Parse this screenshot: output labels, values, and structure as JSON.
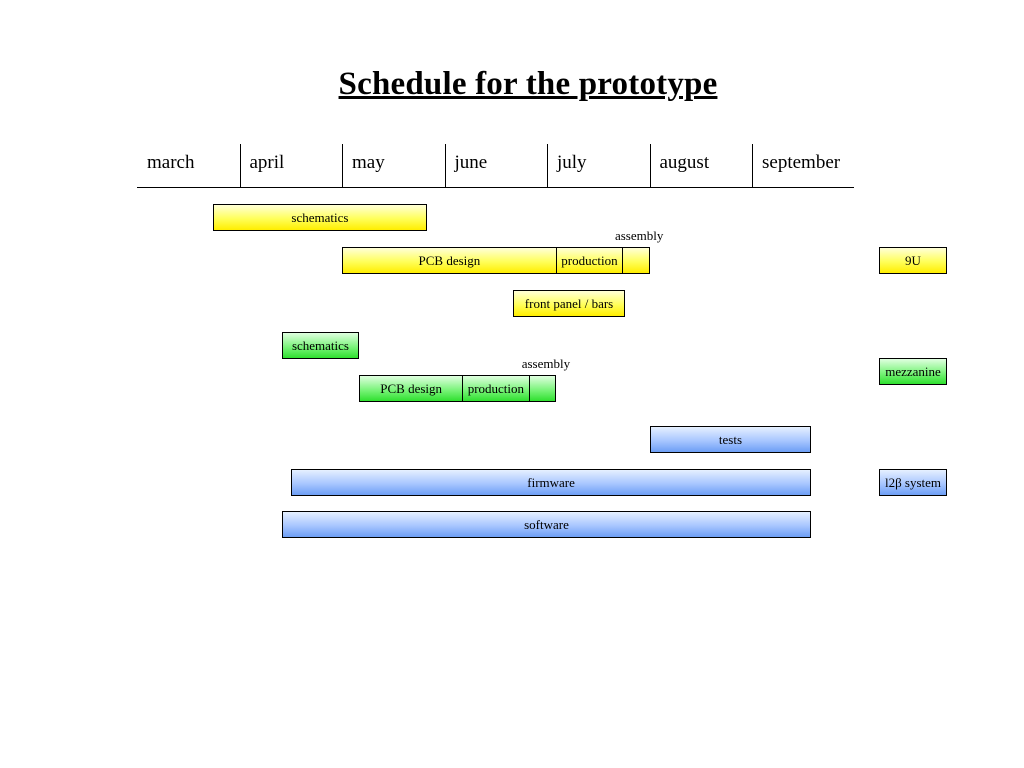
{
  "chart_data": {
    "type": "gantt",
    "title": "Schedule for the prototype",
    "months": [
      "march",
      "april",
      "may",
      "june",
      "july",
      "august",
      "september"
    ],
    "colors": {
      "yellow": "#ffff5a",
      "green": "#7cf47c",
      "blue": "#a8c6ff"
    },
    "groups": [
      {
        "label": "9U",
        "color": "yellow",
        "rows": [
          {
            "tasks": [
              {
                "label": "schematics",
                "start": 0.74,
                "end": 2.83
              }
            ]
          },
          {
            "note": "assembly",
            "tasks": [
              {
                "label": "PCB design",
                "start": 2.0,
                "end": 4.09
              },
              {
                "label": "production",
                "start": 4.09,
                "end": 4.74
              },
              {
                "label": "",
                "start": 4.74,
                "end": 5.0
              }
            ]
          },
          {
            "tasks": [
              {
                "label": "front panel / bars",
                "start": 3.67,
                "end": 4.76
              }
            ]
          }
        ]
      },
      {
        "label": "mezzanine",
        "color": "green",
        "rows": [
          {
            "tasks": [
              {
                "label": "schematics",
                "start": 1.41,
                "end": 2.17
              }
            ]
          },
          {
            "note": "assembly",
            "tasks": [
              {
                "label": "PCB design",
                "start": 2.17,
                "end": 3.17
              },
              {
                "label": "production",
                "start": 3.17,
                "end": 3.83
              },
              {
                "label": "",
                "start": 3.83,
                "end": 4.09
              }
            ]
          }
        ]
      },
      {
        "label": "l2β system",
        "color": "blue",
        "rows": [
          {
            "tasks": [
              {
                "label": "tests",
                "start": 5.0,
                "end": 6.58
              }
            ]
          },
          {
            "tasks": [
              {
                "label": "firmware",
                "start": 1.5,
                "end": 6.58
              }
            ]
          },
          {
            "tasks": [
              {
                "label": "software",
                "start": 1.41,
                "end": 6.58
              }
            ]
          }
        ]
      }
    ]
  }
}
